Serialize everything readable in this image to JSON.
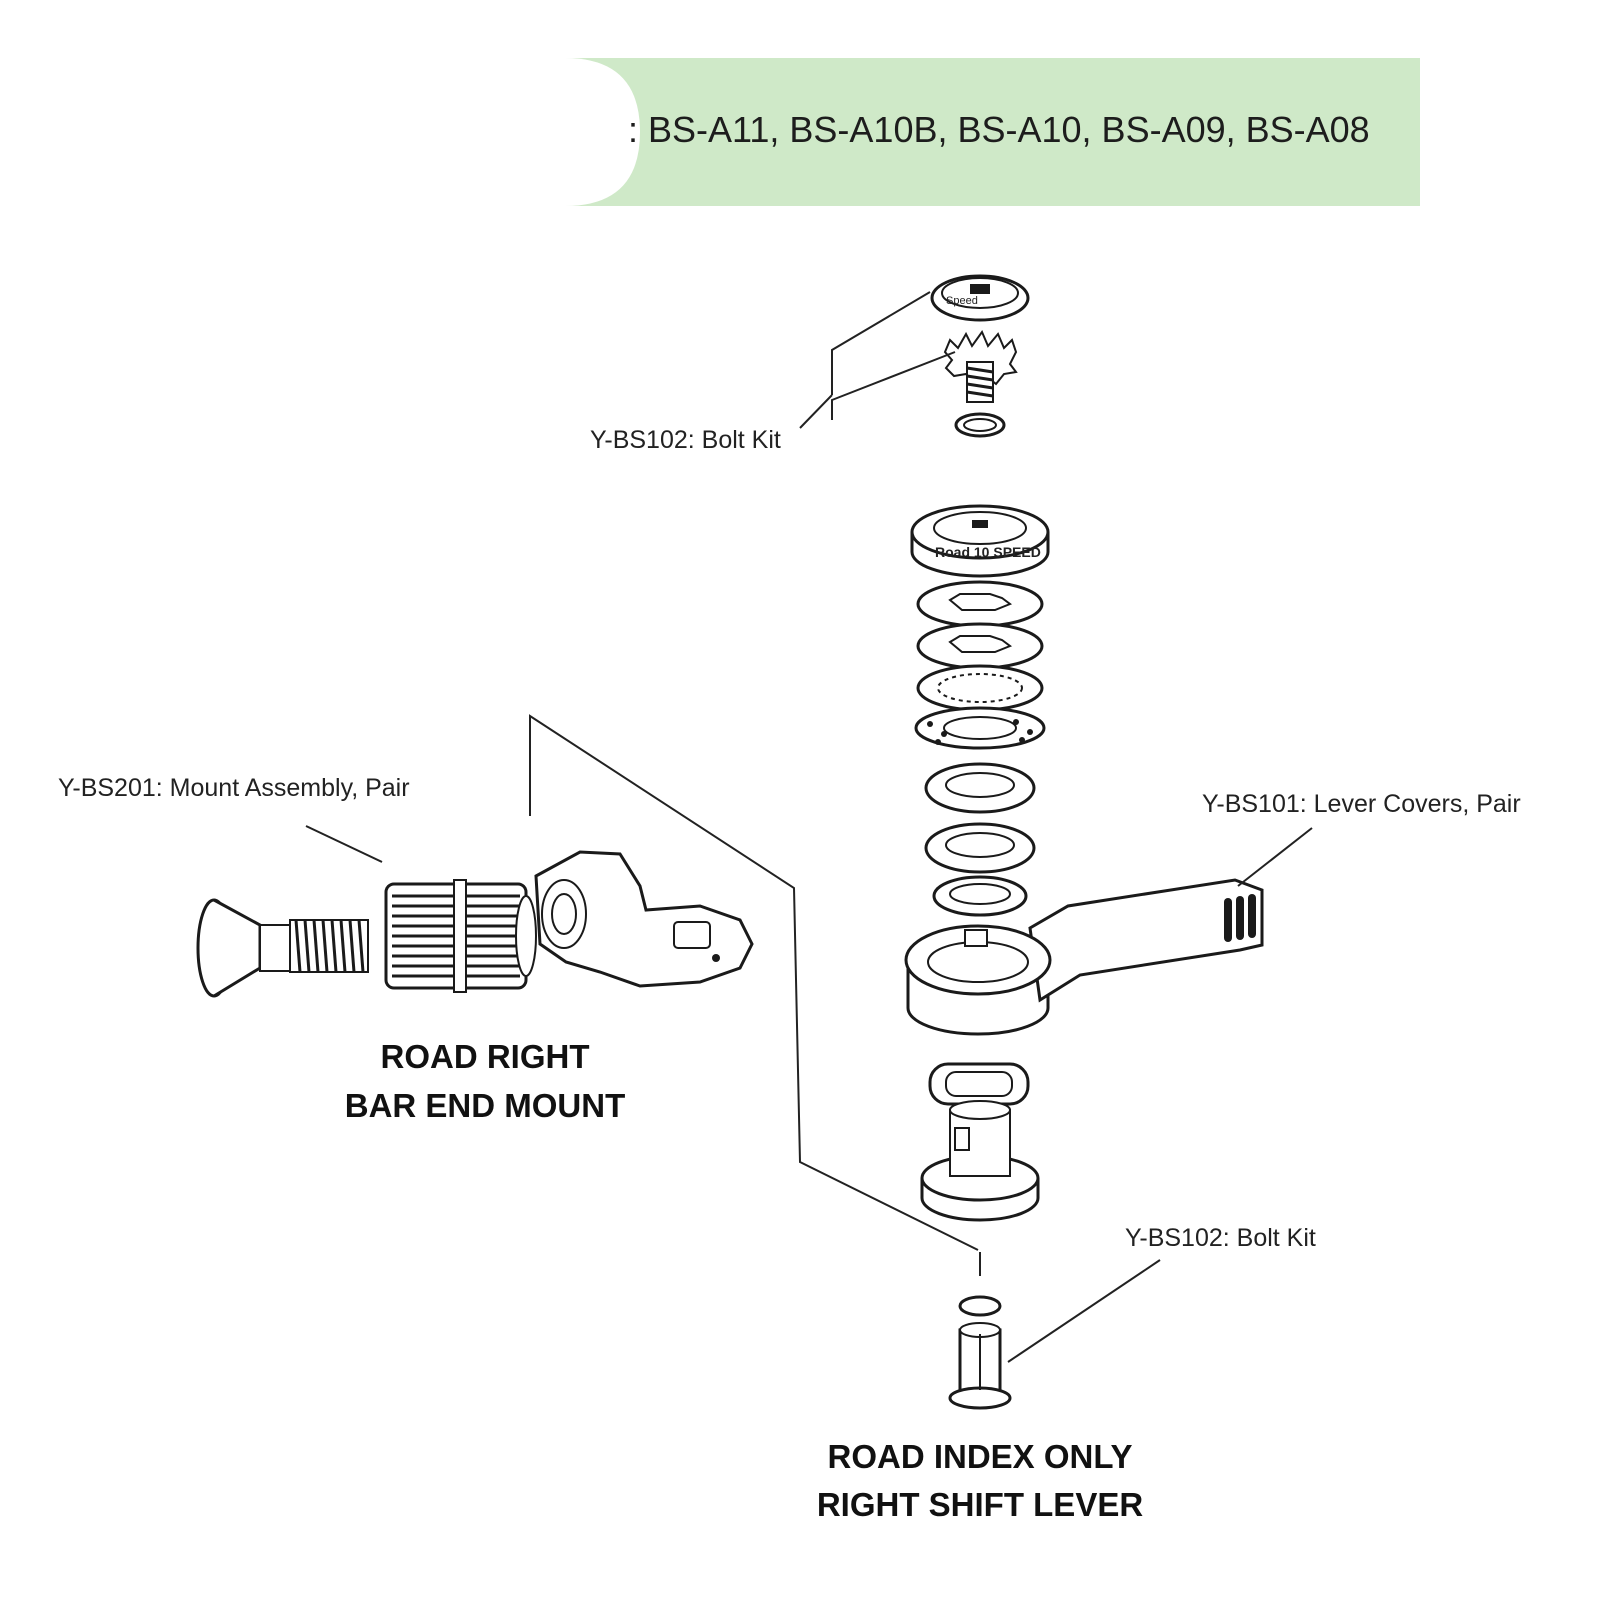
{
  "header": {
    "models": ": BS-A11, BS-A10B, BS-A10, BS-A09, BS-A08",
    "band_color": "#cfe9c8"
  },
  "labels": {
    "bolt_kit_top": "Y-BS102: Bolt Kit",
    "mount_assembly": "Y-BS201: Mount Assembly, Pair",
    "lever_covers": "Y-BS101: Lever Covers, Pair",
    "bolt_kit_bottom": "Y-BS102: Bolt Kit"
  },
  "titles": {
    "mount_line1": "ROAD RIGHT",
    "mount_line2": "BAR END MOUNT",
    "lever_line1": "ROAD INDEX ONLY",
    "lever_line2": "RIGHT SHIFT LEVER"
  },
  "part_markings": {
    "cap_text": "Speed",
    "dial_text": "Road 10 SPEED"
  }
}
